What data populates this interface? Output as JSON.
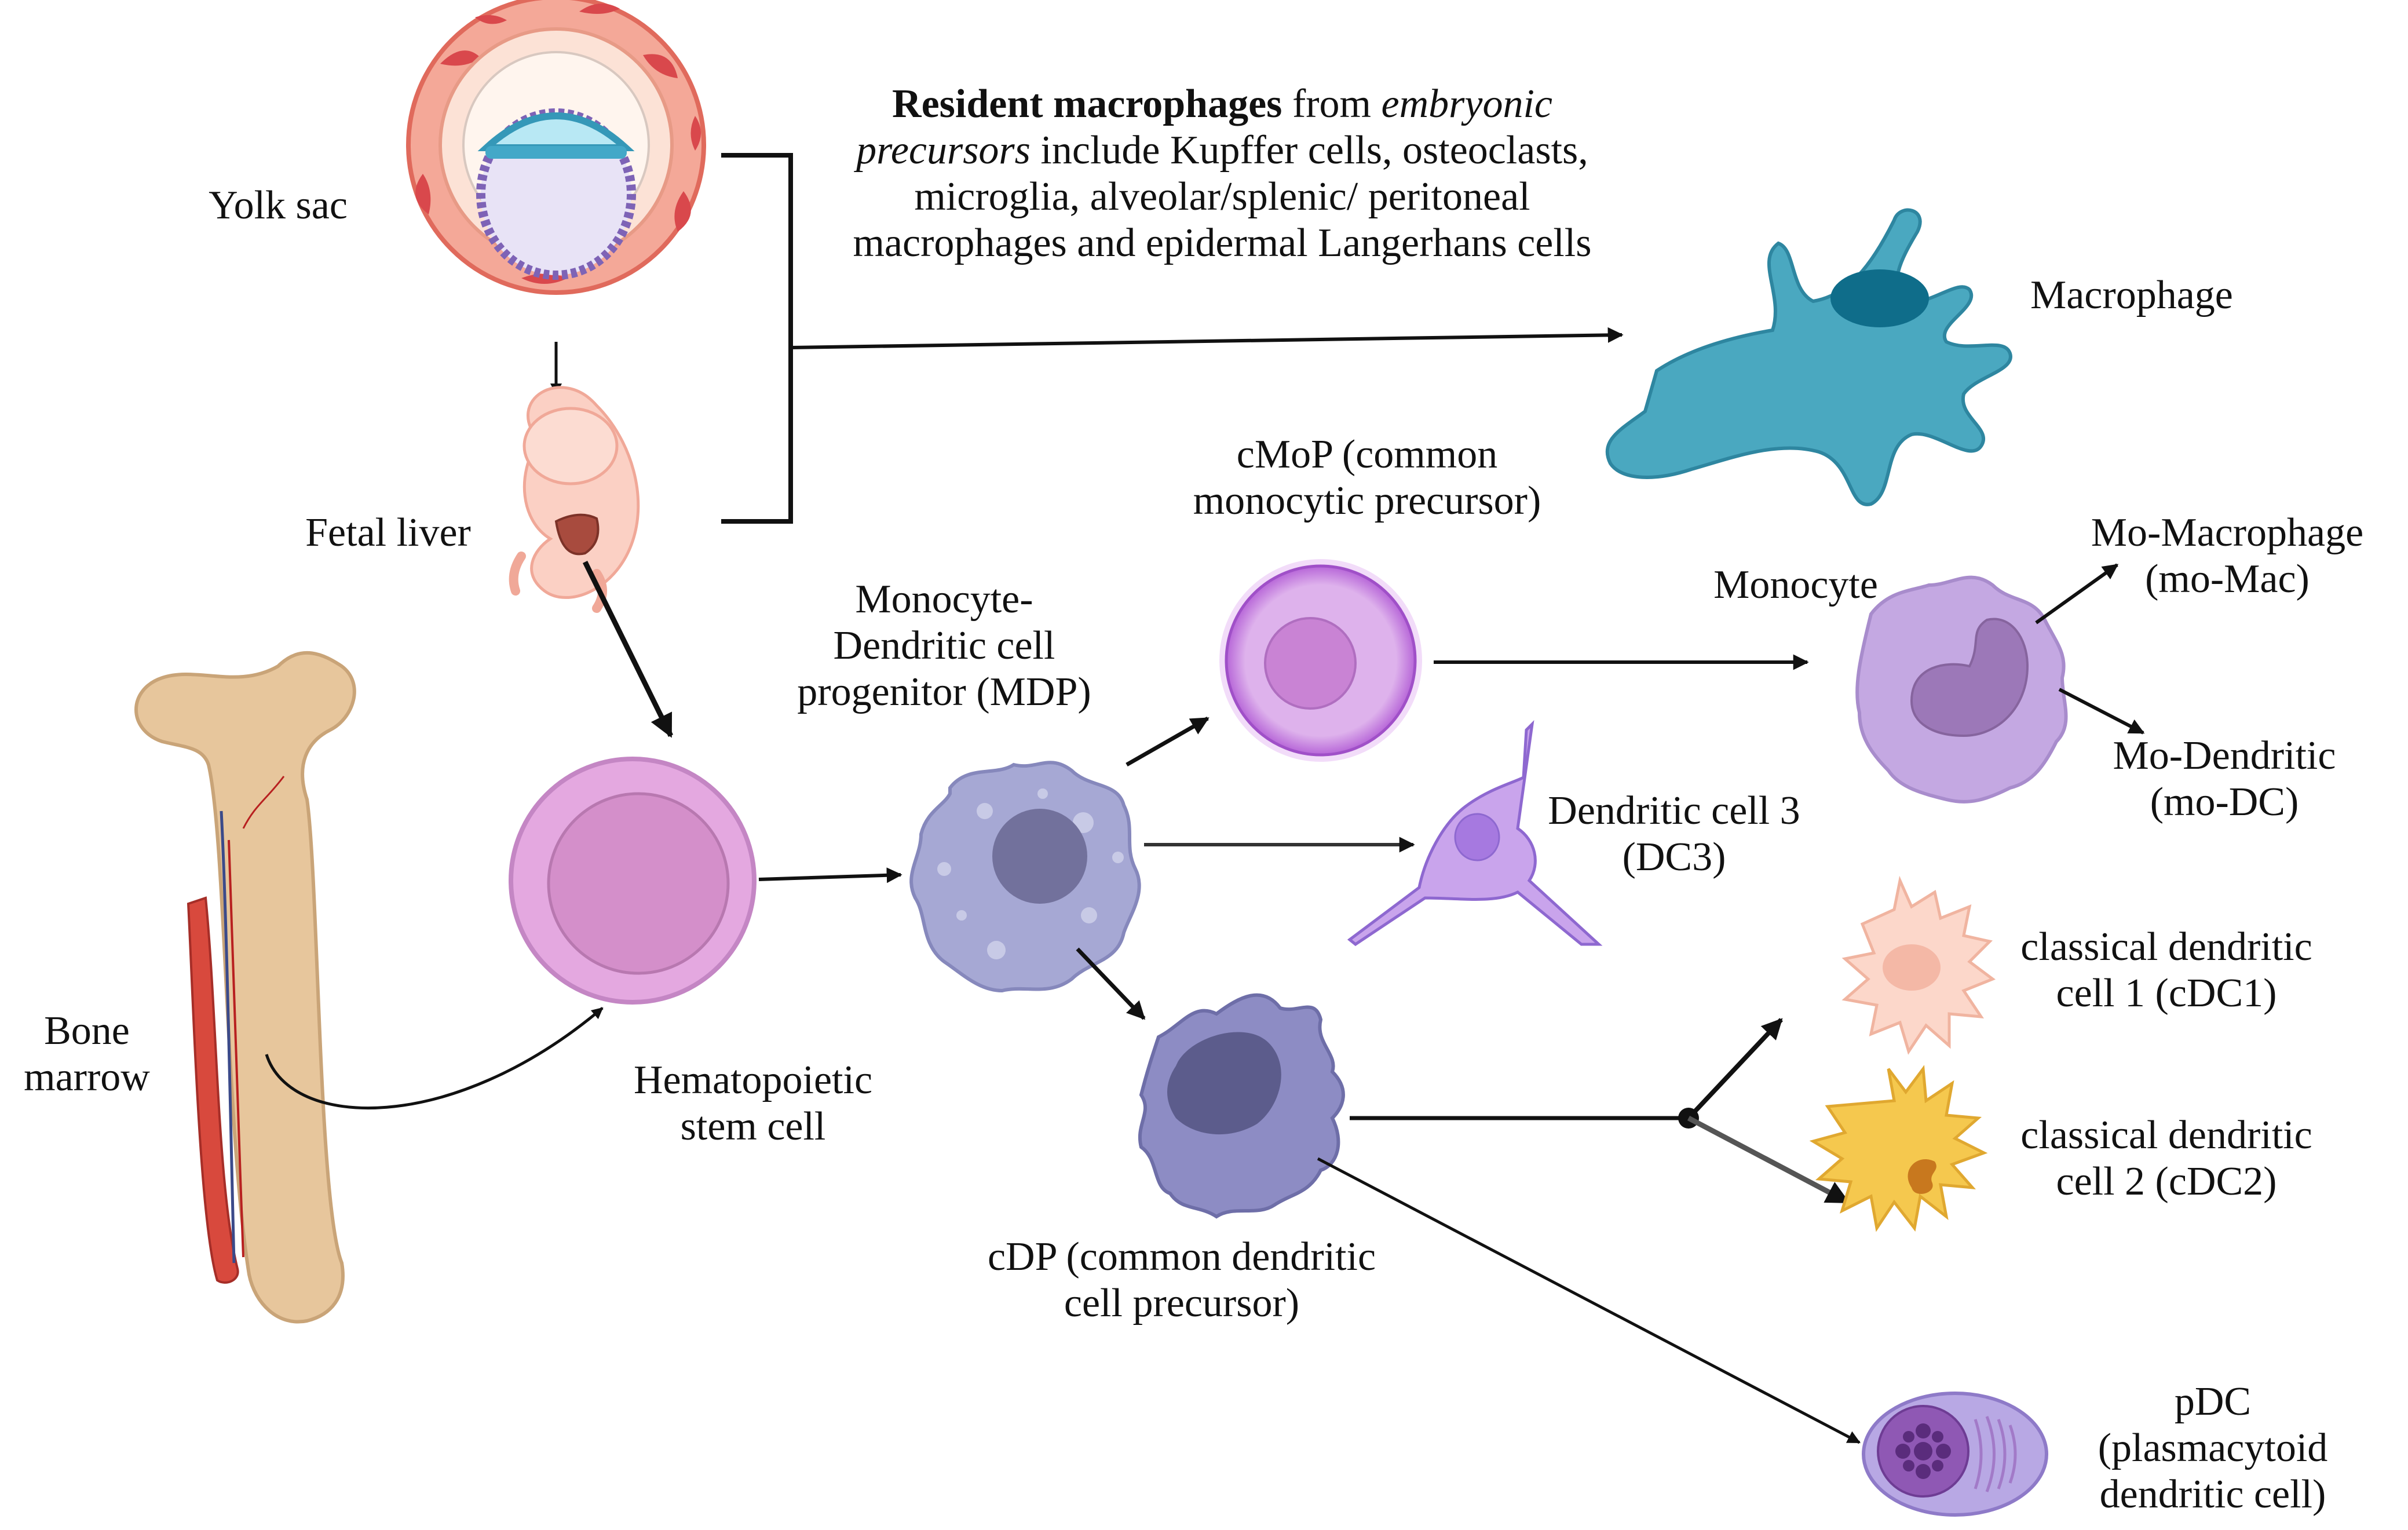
{
  "labels": {
    "yolk_sac": "Yolk sac",
    "fetal_liver": "Fetal liver",
    "bone_marrow_l1": "Bone",
    "bone_marrow_l2": "marrow",
    "hsc_l1": "Hematopoietic",
    "hsc_l2": "stem cell",
    "mdp_l1": "Monocyte-",
    "mdp_l2": "Dendritic cell",
    "mdp_l3": "progenitor (MDP)",
    "cmop_l1": "cMoP (common",
    "cmop_l2": "monocytic precursor)",
    "monocyte": "Monocyte",
    "mo_mac_l1": "Mo-Macrophage",
    "mo_mac_l2": "(mo-Mac)",
    "mo_dc_l1": "Mo-Dendritic",
    "mo_dc_l2": "(mo-DC)",
    "dc3_l1": "Dendritic cell 3",
    "dc3_l2": "(DC3)",
    "macrophage": "Macrophage",
    "cdc1_l1": "classical dendritic",
    "cdc1_l2": "cell 1 (cDC1)",
    "cdc2_l1": "classical dendritic",
    "cdc2_l2": "cell 2 (cDC2)",
    "cdp_l1": "cDP (common dendritic",
    "cdp_l2": "cell precursor)",
    "pdc_l1": "pDC",
    "pdc_l2": "(plasmacytoid",
    "pdc_l3": "dendritic cell)"
  },
  "resident_text": {
    "bold": "Resident macrophages",
    "t1": " from ",
    "italic": "embryonic precursors",
    "t2": " include Kupffer cells, osteoclasts, microglia, alveolar/splenic/ peritoneal macrophages and epidermal Langerhans cells"
  },
  "colors": {
    "macrophage": "#4aa8c0",
    "macrophage_nucleus": "#0f6d8a",
    "hsc": "#e4a8e0",
    "hsc_nucleus": "#d48fca",
    "mdp": "#a6a8d4",
    "mdp_nucleus": "#72719c",
    "cmop": "#deb2ec",
    "cmop_nucleus": "#c983d4",
    "monocyte": "#c4a8e2",
    "dc3": "#c9a4ec",
    "cdc1": "#fcd7ca",
    "cdc2": "#f5c84e",
    "cdp": "#8d8cc4",
    "pdc": "#b8a8e4",
    "yolk_sac_outer": "#f7b2a1",
    "fetal": "#fbd7cc",
    "liver": "#b0584a",
    "bone": "#e7c69c",
    "marrow": "#d8493d"
  }
}
